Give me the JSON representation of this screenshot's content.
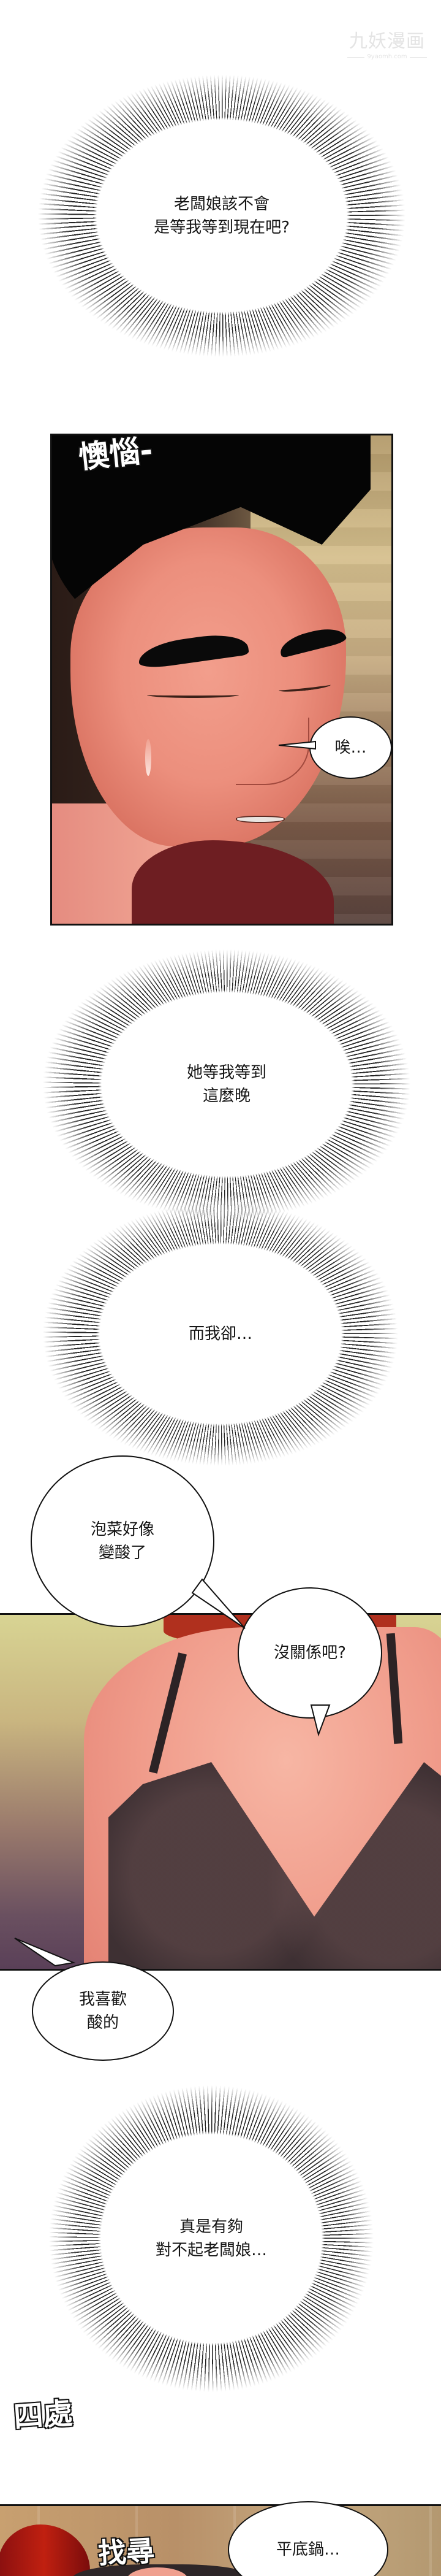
{
  "watermark": {
    "title": "九妖漫画",
    "url": "9yaomh.com"
  },
  "thoughts": [
    {
      "id": "thought-1",
      "text": "老闆娘該不會\n是等我等到現在吧?"
    },
    {
      "id": "thought-2",
      "text": "她等我等到\n這麼晚"
    },
    {
      "id": "thought-3",
      "text": "而我卻…"
    },
    {
      "id": "thought-4",
      "text": "真是有夠\n對不起老闆娘…"
    }
  ],
  "speech": [
    {
      "id": "speech-sigh",
      "text": "唉…"
    },
    {
      "id": "speech-kimchi",
      "text": "泡菜好像\n變酸了"
    },
    {
      "id": "speech-okay",
      "text": "沒關係吧?"
    },
    {
      "id": "speech-like-sour",
      "text": "我喜歡\n酸的"
    },
    {
      "id": "speech-pan",
      "text": "平底鍋…"
    }
  ],
  "sfx": {
    "annoyed": "懊惱",
    "annoyed_dash": "-",
    "everywhere": "四處",
    "search": "找尋"
  },
  "colors": {
    "background": "#ffffff",
    "ink": "#111111",
    "panel_border": "#111111",
    "skin": "#ec8f7d",
    "shirt": "#6e1e22",
    "hair_red": "#b0301e",
    "bra": "#3e3033"
  }
}
